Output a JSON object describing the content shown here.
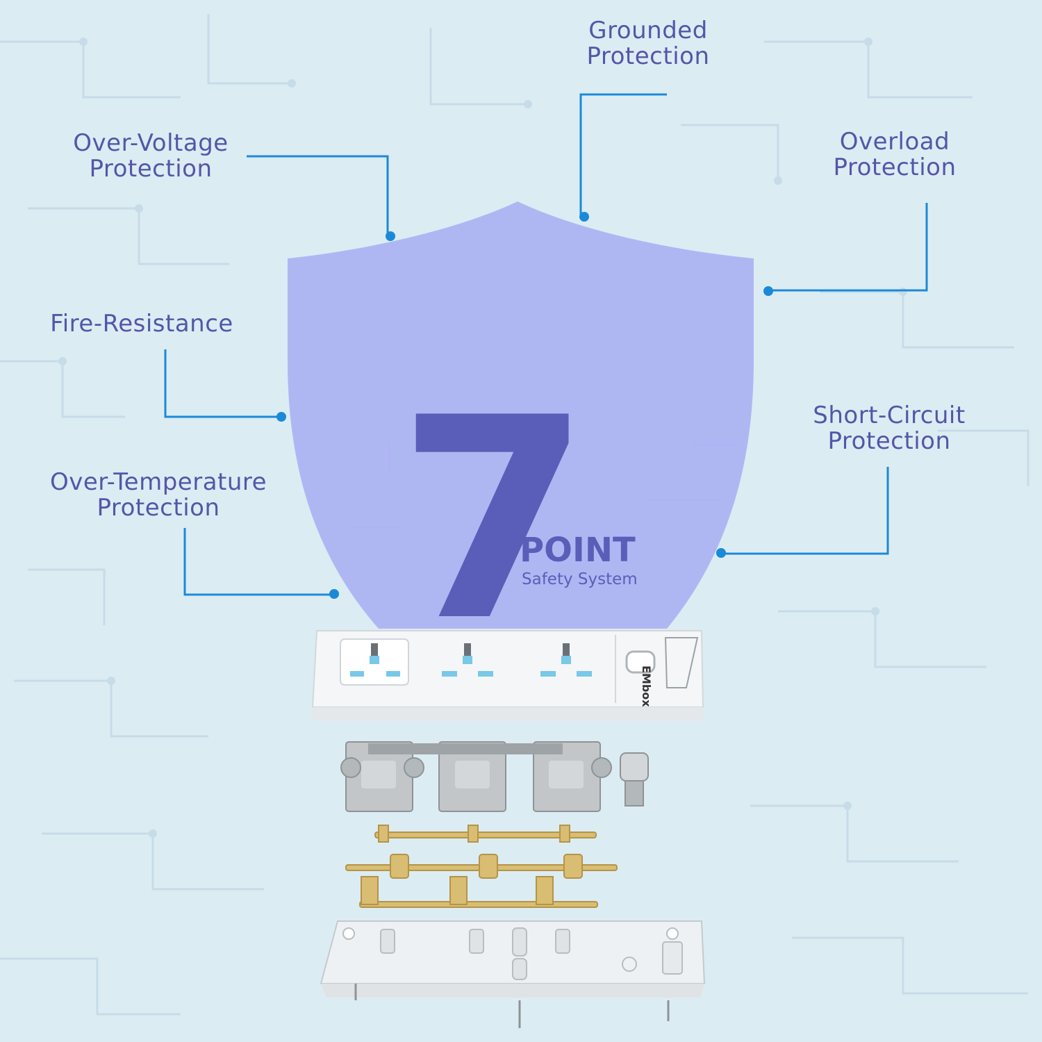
{
  "callouts": {
    "grounded": [
      "Grounded",
      "Protection"
    ],
    "over_voltage": [
      "Over-Voltage",
      "Protection"
    ],
    "overload": [
      "Overload",
      "Protection"
    ],
    "fire": [
      "Fire-Resistance"
    ],
    "short_circuit": [
      "Short-Circuit",
      "Protection"
    ],
    "over_temperature": [
      "Over-Temperature",
      "Protection"
    ]
  },
  "badge": {
    "number": "7",
    "word": "POINT",
    "subtitle": "Safety System"
  },
  "product": {
    "brand": "EMbox"
  },
  "colors": {
    "label_text": "#5456a8",
    "leader_line": "#1a8ad8",
    "shield_fill": "#8a8cf2",
    "background": "#dcecf3"
  }
}
